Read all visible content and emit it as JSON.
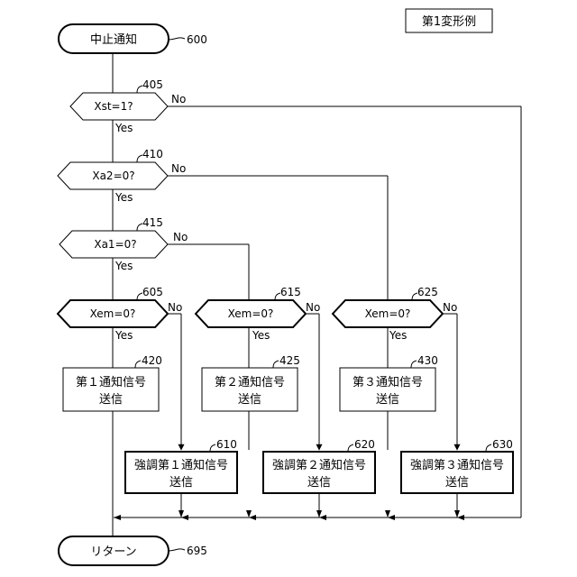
{
  "figure_label": "第1変形例",
  "start": {
    "label": "中止通知",
    "ref": "600"
  },
  "end": {
    "label": "リターン",
    "ref": "695"
  },
  "decisions": {
    "d405": {
      "cond": "Xst=1?",
      "ref": "405"
    },
    "d410": {
      "cond": "Xa2=0?",
      "ref": "410"
    },
    "d415": {
      "cond": "Xa1=0?",
      "ref": "415"
    },
    "d605": {
      "cond": "Xem=0?",
      "ref": "605"
    },
    "d615": {
      "cond": "Xem=0?",
      "ref": "615"
    },
    "d625": {
      "cond": "Xem=0?",
      "ref": "625"
    }
  },
  "processes": {
    "p420": {
      "line1": "第１通知信号",
      "line2": "送信",
      "ref": "420"
    },
    "p425": {
      "line1": "第２通知信号",
      "line2": "送信",
      "ref": "425"
    },
    "p430": {
      "line1": "第３通知信号",
      "line2": "送信",
      "ref": "430"
    },
    "p610": {
      "line1": "強調第１通知信号",
      "line2": "送信",
      "ref": "610"
    },
    "p620": {
      "line1": "強調第２通知信号",
      "line2": "送信",
      "ref": "620"
    },
    "p630": {
      "line1": "強調第３通知信号",
      "line2": "送信",
      "ref": "630"
    }
  },
  "branch": {
    "yes": "Yes",
    "no": "No"
  }
}
